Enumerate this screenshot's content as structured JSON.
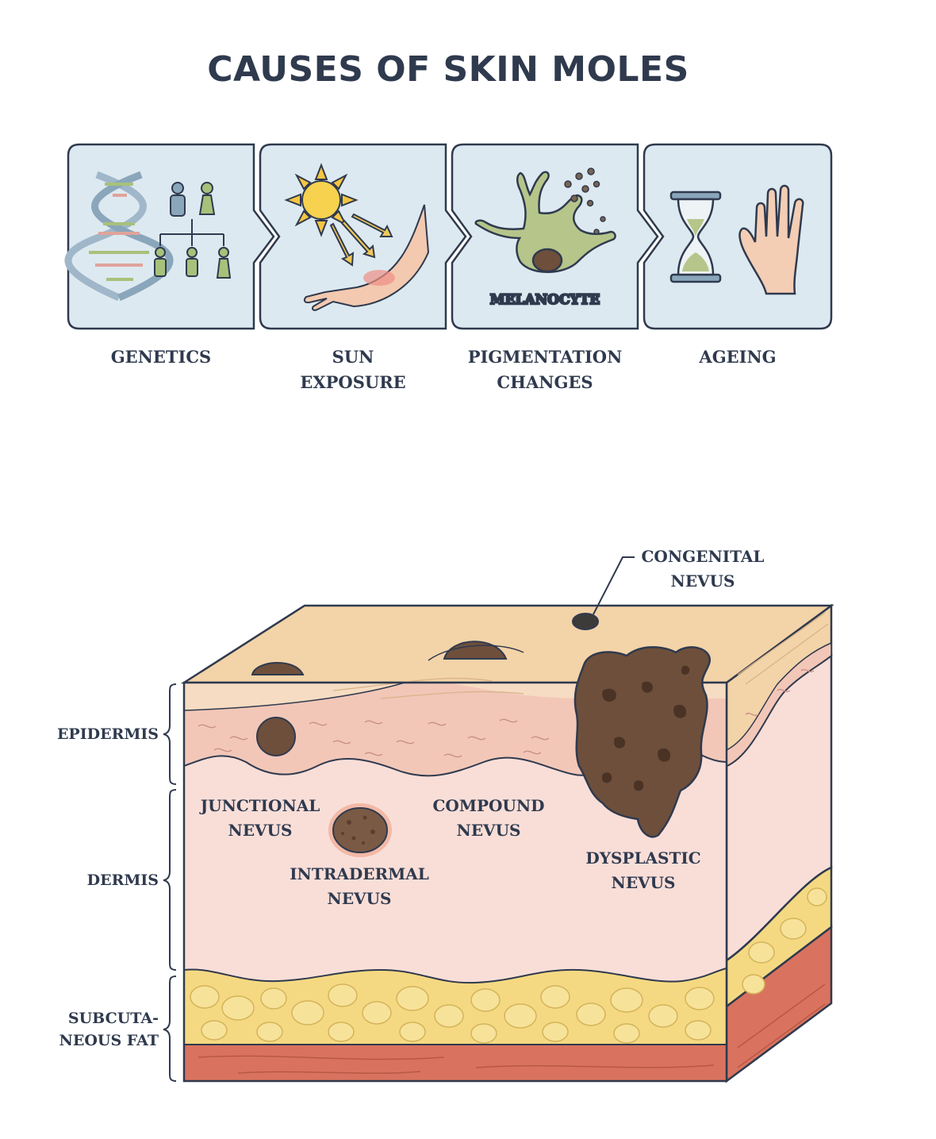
{
  "title": "CAUSES OF SKIN MOLES",
  "causes": [
    {
      "lines": [
        "GENETICS"
      ]
    },
    {
      "lines": [
        "SUN",
        "EXPOSURE"
      ]
    },
    {
      "lines": [
        "PIGMENTATION",
        "CHANGES"
      ],
      "inner_label": "MELANOCYTE"
    },
    {
      "lines": [
        "AGEING"
      ]
    }
  ],
  "layers": {
    "epidermis": [
      "EPIDERMIS"
    ],
    "dermis": [
      "DERMIS"
    ],
    "fat": [
      "SUBCUTA-",
      "NEOUS FAT"
    ]
  },
  "nevi": {
    "congenital": [
      "CONGENITAL",
      "NEVUS"
    ],
    "junctional": [
      "JUNCTIONAL",
      "NEVUS"
    ],
    "compound": [
      "COMPOUND",
      "NEVUS"
    ],
    "intradermal": [
      "INTRADERMAL",
      "NEVUS"
    ],
    "dysplastic": [
      "DYSPLASTIC",
      "NEVUS"
    ]
  },
  "colors": {
    "ink": "#2f3a4e",
    "panel": "#dde9f0",
    "skin_top": "#f3d3a8",
    "epidermis": "#f2c7b8",
    "dermis": "#f9ded8",
    "fat": "#f5d982",
    "muscle": "#d9735f",
    "mole": "#6e4f3b"
  }
}
